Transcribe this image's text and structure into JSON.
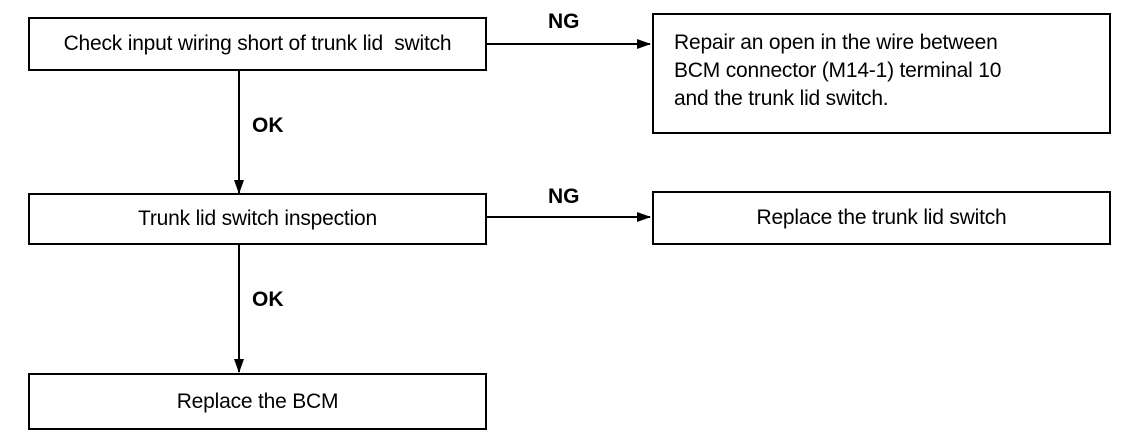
{
  "flowchart": {
    "step1": {
      "text": "Check input wiring short of trunk lid  switch",
      "ng_label": "NG",
      "ok_label": "OK",
      "ng_result_lines": [
        "Repair an open in the wire between",
        "BCM connector (M14-1) terminal 10",
        "and the trunk lid switch."
      ]
    },
    "step2": {
      "text": "Trunk lid switch inspection",
      "ng_label": "NG",
      "ok_label": "OK",
      "ng_result": "Replace the trunk lid switch"
    },
    "step3": {
      "text": "Replace the BCM"
    }
  }
}
